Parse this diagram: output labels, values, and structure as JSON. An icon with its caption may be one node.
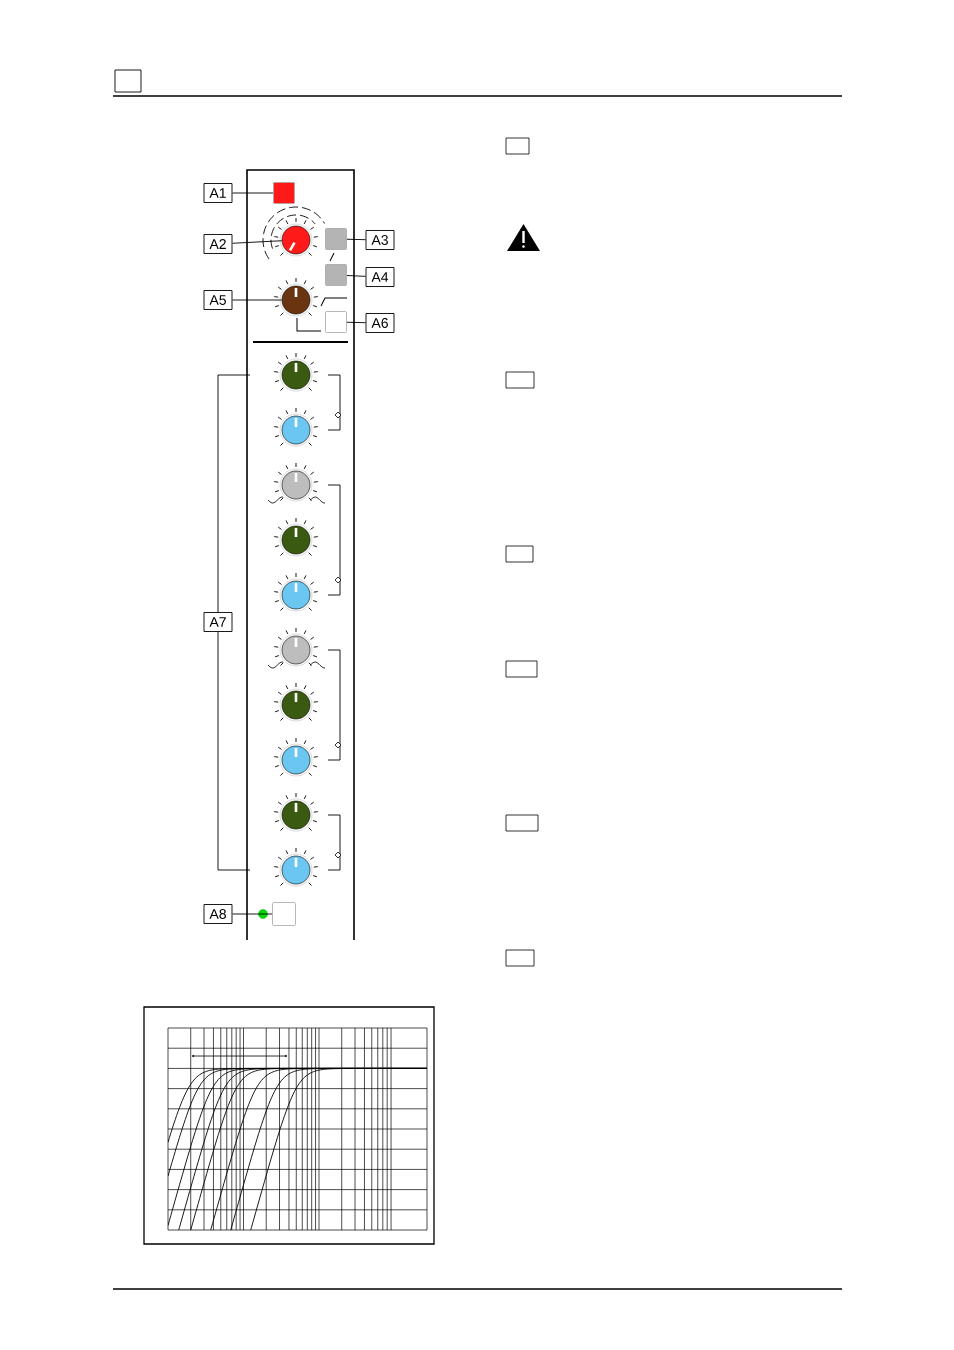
{
  "diagram": {
    "nodes": [
      {
        "text": [
          "A1"
        ]
      },
      {
        "text": [],
        "shape": "box"
      },
      {
        "text": [
          "A2"
        ]
      },
      {
        "text": [],
        "shape": "circle"
      },
      {
        "text": [
          "A3"
        ]
      },
      {
        "text": [],
        "shape": "box"
      },
      {
        "text": [
          "A4"
        ]
      },
      {
        "text": [],
        "shape": "box"
      },
      {
        "text": [
          "A5"
        ]
      },
      {
        "text": [],
        "shape": "circle"
      },
      {
        "text": [
          "A6"
        ]
      },
      {
        "text": [],
        "shape": "box"
      },
      {
        "text": [
          "A7"
        ]
      },
      {
        "text": [
          "A8"
        ]
      },
      {
        "text": [],
        "shape": "box"
      },
      {
        "text": [],
        "shape": "circle"
      },
      {
        "text": [],
        "shape": "circle"
      },
      {
        "text": [],
        "shape": "circle"
      },
      {
        "text": [],
        "shape": "circle"
      },
      {
        "text": [],
        "shape": "circle"
      },
      {
        "text": [],
        "shape": "circle"
      },
      {
        "text": [],
        "shape": "circle"
      },
      {
        "text": [],
        "shape": "circle"
      },
      {
        "text": [],
        "shape": "circle"
      },
      {
        "text": [],
        "shape": "circle"
      }
    ],
    "edges": [
      {
        "from": 0,
        "to": 1,
        "arrow": "none"
      },
      {
        "from": 2,
        "to": 3,
        "arrow": "none"
      },
      {
        "from": 4,
        "to": 5,
        "arrow": "none"
      },
      {
        "from": 6,
        "to": 7,
        "arrow": "none"
      },
      {
        "from": 8,
        "to": 9,
        "arrow": "none"
      },
      {
        "from": 10,
        "to": 11,
        "arrow": "none"
      },
      {
        "from": 12,
        "to": null,
        "arrow": "none"
      },
      {
        "from": 12,
        "to": null,
        "arrow": "none"
      },
      {
        "from": 13,
        "to": 14,
        "arrow": "none"
      }
    ]
  }
}
